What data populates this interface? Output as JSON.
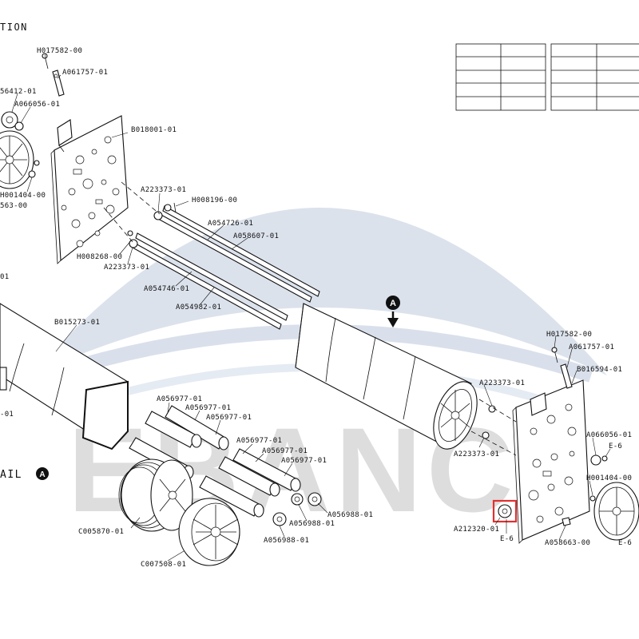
{
  "header": {
    "title_fragment": "TION"
  },
  "watermark": {
    "text": "EBANC",
    "color": "#cfd8e6"
  },
  "detail": {
    "label": "AIL",
    "marker": "A"
  },
  "marker_a": "A",
  "highlight_color": "#e03030",
  "parts": {
    "h017582_left": "H017582-00",
    "a061757_left": "A061757-01",
    "a056412_left": "56412-01",
    "a066056_left": "A066056-01",
    "b018001": "B018001-01",
    "h001404_left": "H001404-00",
    "a058663_left": "563-00",
    "a223373_a": "A223373-01",
    "h008196": "H008196-00",
    "a054726": "A054726-01",
    "a058607": "A058607-01",
    "h008268": "H008268-00",
    "a223373_b": "A223373-01",
    "a054746": "A054746-01",
    "a054982": "A054982-01",
    "edge_01_a": "01",
    "b015273": "B015273-01",
    "edge_01_b": "-01",
    "a056977_1": "A056977-01",
    "a056977_2": "A056977-01",
    "a056977_3": "A056977-01",
    "a056977_4": "A056977-01",
    "a056977_5": "A056977-01",
    "a056977_6": "A056977-01",
    "c005870": "C005870-01",
    "c007508": "C007508-01",
    "a056988_1": "A056988-01",
    "a056988_2": "A056988-01",
    "a056988_3": "A056988-01",
    "h017582_right": "H017582-00",
    "a061757_right": "A061757-01",
    "b016594": "B016594-01",
    "a223373_c": "A223373-01",
    "a223373_d": "A223373-01",
    "a066056_right": "A066056-01",
    "e6_a": "E-6",
    "h001404_right": "H001404-00",
    "a212320": "A212320-01",
    "e6_b": "E-6",
    "a058663_right": "A058663-00",
    "e6_c": "E-6"
  }
}
